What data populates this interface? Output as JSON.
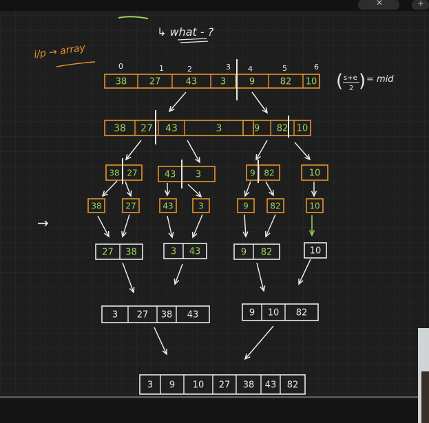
{
  "colors": {
    "background": "#1e1e1e",
    "grid": "#2c2c2c",
    "orange": "#e7962c",
    "green": "#9fd35a",
    "white": "#e9e9e9"
  },
  "notes": {
    "top_note": "↳ what - ?",
    "input_label": "i/p → array",
    "mid_formula_num": "s+e",
    "mid_formula_den": "2",
    "mid_formula_rhs": "= mid",
    "pointer_arrow": "→"
  },
  "array": {
    "indices": [
      "0",
      "1",
      "2",
      "3",
      "4",
      "5",
      "6"
    ],
    "values": [
      "38",
      "27",
      "43",
      "3",
      "9",
      "82",
      "10"
    ]
  },
  "split_level1": {
    "left": [
      "38",
      "27",
      "43",
      "3"
    ],
    "right": [
      "9",
      "82",
      "10"
    ]
  },
  "split_level2": {
    "a": [
      "38",
      "27"
    ],
    "b": [
      "43",
      "3"
    ],
    "c": [
      "9",
      "82"
    ],
    "d": [
      "10"
    ]
  },
  "singles": [
    "38",
    "27",
    "43",
    "3",
    "9",
    "82",
    "10"
  ],
  "merge_level1": {
    "a": [
      "27",
      "38"
    ],
    "b": [
      "3",
      "43"
    ],
    "c": [
      "9",
      "82"
    ],
    "d": [
      "10"
    ]
  },
  "merge_level2": {
    "left": [
      "3",
      "27",
      "38",
      "43"
    ],
    "right": [
      "9",
      "10",
      "82"
    ]
  },
  "merged": [
    "3",
    "9",
    "10",
    "27",
    "38",
    "43",
    "82"
  ]
}
